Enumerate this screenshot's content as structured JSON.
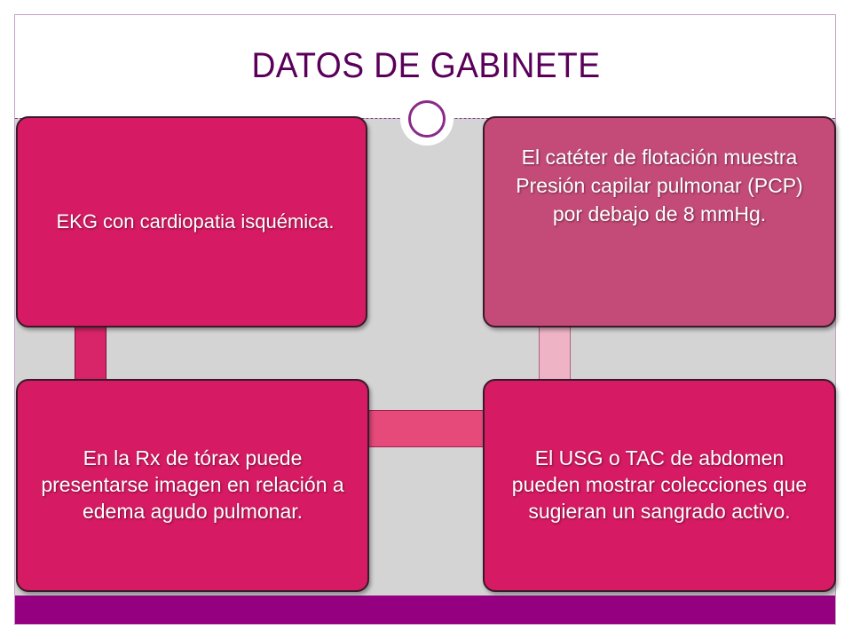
{
  "title": "DATOS DE GABINETE",
  "colors": {
    "box_magenta": "#D61A63",
    "box_muted": "#C44A78",
    "connector": "#E64A7A",
    "connector_light": "#EEB4C6",
    "bottom_bar": "#950080",
    "title": "#5A005A"
  },
  "boxes": {
    "top_left": "EKG con cardiopatia isquémica.",
    "top_right": "El catéter de flotación muestra Presión capilar pulmonar (PCP) por debajo de 8 mmHg.",
    "bottom_left": "En la Rx de tórax puede presentarse imagen en relación a edema agudo pulmonar.",
    "bottom_right": "El USG o TAC de abdomen pueden mostrar colecciones que sugieran un sangrado activo."
  }
}
